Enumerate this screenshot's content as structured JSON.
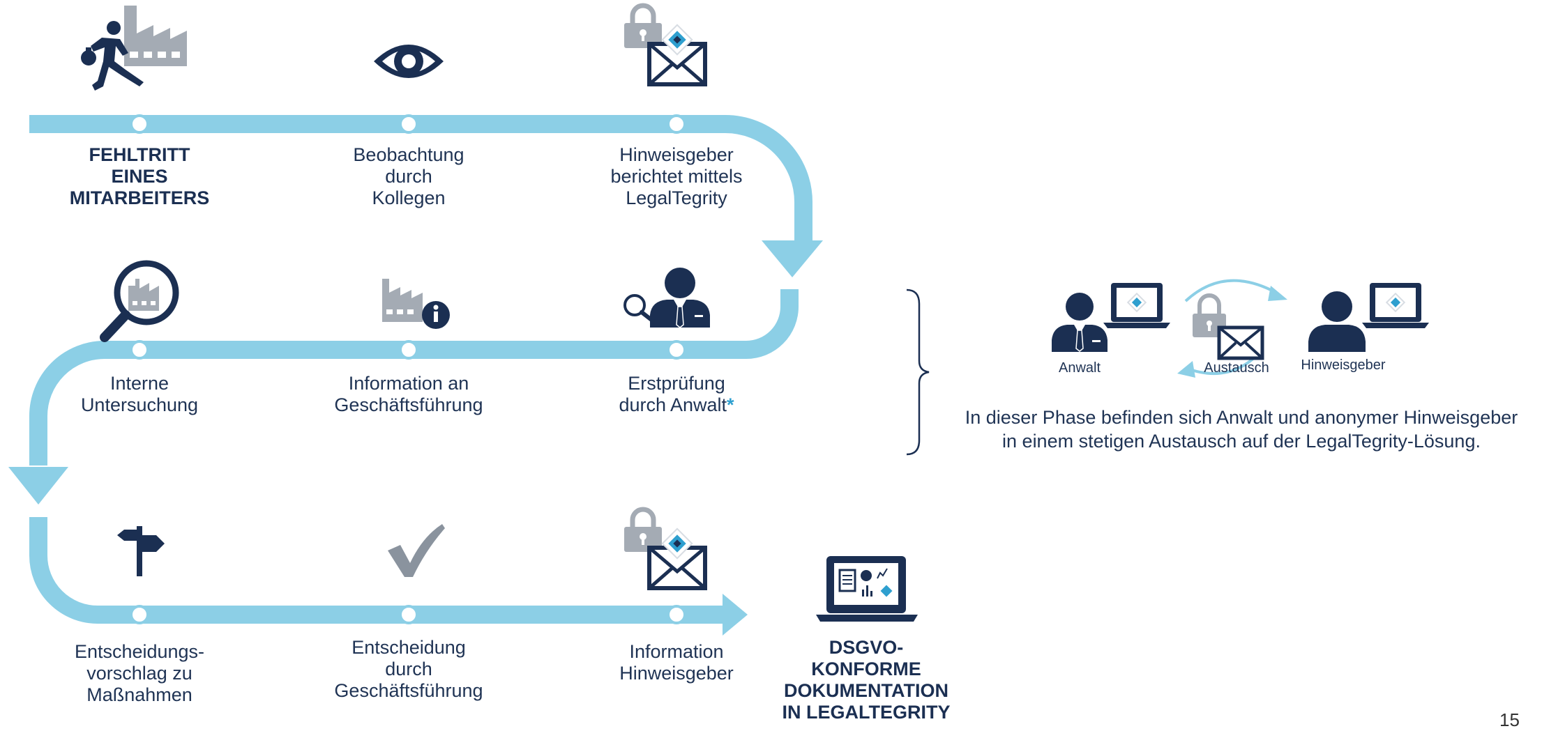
{
  "steps": [
    {
      "label": "FEHLTRITT\nEINES\nMITARBEITERS",
      "icon": "thief-factory-icon"
    },
    {
      "label": "Beobachtung\ndurch\nKollegen",
      "icon": "eye-icon"
    },
    {
      "label": "Hinweisgeber\nberichtet mittels\nLegalTegrity",
      "icon": "locked-mail-icon"
    },
    {
      "label": "Interne\nUntersuchung",
      "icon": "magnifier-factory-icon"
    },
    {
      "label": "Information an\nGeschäftsführung",
      "icon": "factory-info-icon"
    },
    {
      "label": "Erstprüfung\ndurch Anwalt",
      "asterisk": "*",
      "icon": "lawyer-search-icon"
    },
    {
      "label": "Entscheidungs-\nvorschlag zu\nMaßnahmen",
      "icon": "signpost-icon"
    },
    {
      "label": "Entscheidung\ndurch\nGeschäftsführung",
      "icon": "checkmark-icon"
    },
    {
      "label": "Information\nHinweisgeber",
      "icon": "locked-mail-icon"
    }
  ],
  "final": {
    "label": "DSGVO-\nKONFORME\nDOKUMENTATION\nIN LEGALTEGRITY",
    "icon": "laptop-report-icon"
  },
  "exchange": {
    "lawyer_label": "Anwalt",
    "exchange_label": "Austausch",
    "whistleblower_label": "Hinweisgeber",
    "note": "In dieser Phase befinden sich Anwalt und anonymer Hinweisgeber\nin einem stetigen Austausch auf der LegalTegrity-Lösung."
  },
  "page_number": "15",
  "colors": {
    "path": "#8ccfe6",
    "navy": "#1b2f52",
    "gray": "#a4abb4",
    "accent": "#2e9fcf"
  }
}
